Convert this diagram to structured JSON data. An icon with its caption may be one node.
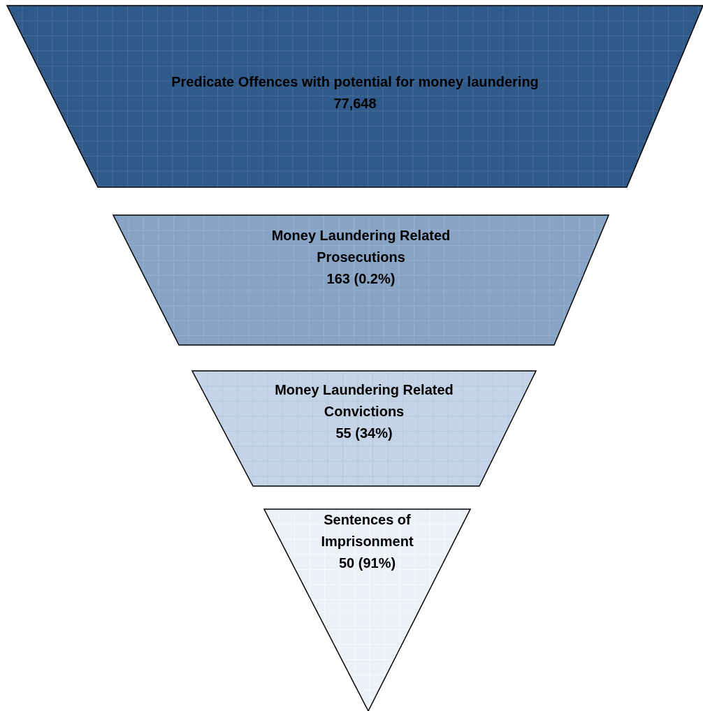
{
  "diagram": {
    "nodes": [
      {
        "text": [
          "Predicate Offences with potential for money laundering",
          "77,648"
        ]
      },
      {
        "text": [
          "Money Laundering Related Prosecutions",
          "163 (0.2%)"
        ]
      },
      {
        "text": [
          "Money Laundering Related Convictions",
          "55 (34%)"
        ]
      },
      {
        "text": [
          "Sentences of Imprisonment",
          "50 (91%)"
        ]
      }
    ]
  }
}
